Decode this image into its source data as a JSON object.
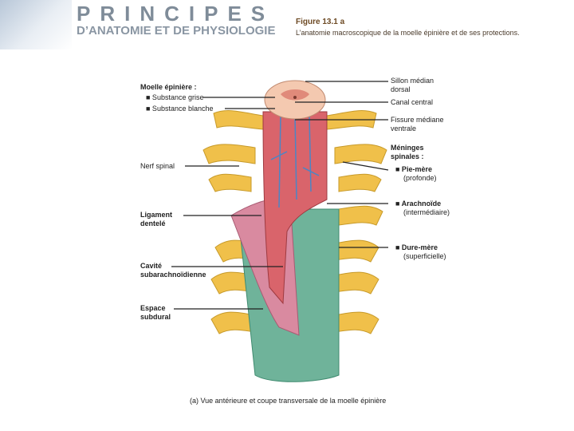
{
  "header": {
    "brand_title": "PRINCIPES",
    "brand_subtitle": "D’ANATOMIE ET DE PHYSIOLOGIE",
    "figure_number": "Figure 13.1 a",
    "figure_title": "L’anatomie macroscopique de la moelle épinière et de ses protections."
  },
  "labels": {
    "moelle": "Moelle épinière :",
    "substance_grise": "■ Substance grise",
    "substance_blanche": "■ Substance blanche",
    "nerf_spinal": "Nerf spinal",
    "ligament_line1": "Ligament",
    "ligament_line2": "dentelé",
    "cavite_line1": "Cavité",
    "cavite_line2": "subarachnoïdienne",
    "espace_line1": "Espace",
    "espace_line2": "subdural",
    "sillon_line1": "Sillon médian",
    "sillon_line2": "dorsal",
    "canal": "Canal central",
    "fissure_line1": "Fissure médiane",
    "fissure_line2": "ventrale",
    "meninges_line1": "Méninges",
    "meninges_line2": "spinales :",
    "pie_line1": "■ Pie-mère",
    "pie_line2": "(profonde)",
    "arach_line1": "■ Arachnoïde",
    "arach_line2": "(intermédiaire)",
    "dure_line1": "■ Dure-mère",
    "dure_line2": "(superficielle)"
  },
  "caption": "(a) Vue antérieure et coupe transversale de la moelle épinière",
  "colors": {
    "dura": "#6fb39a",
    "arachnoid": "#d98aa0",
    "cord": "#d9646b",
    "nerve": "#f0c04a",
    "gray_matter": "#f4c9b0"
  }
}
